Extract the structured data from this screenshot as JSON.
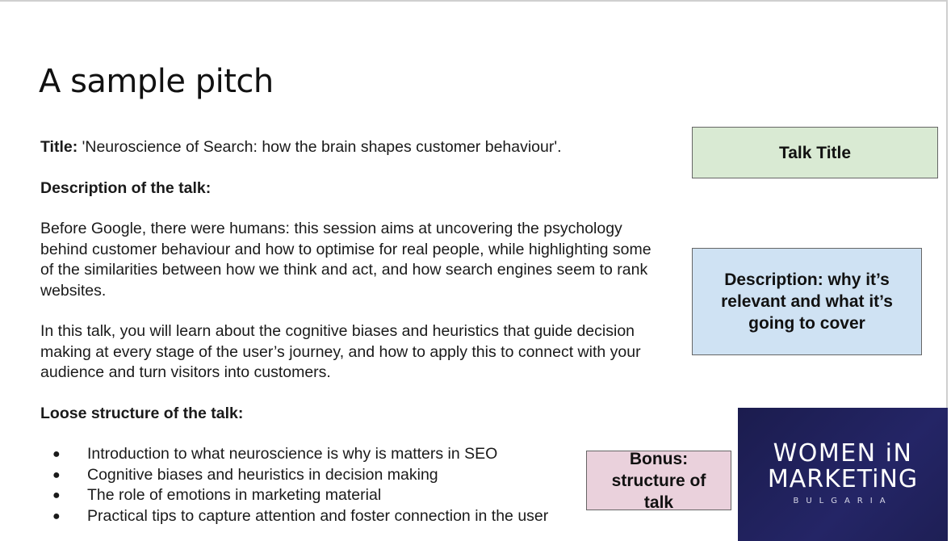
{
  "slide": {
    "title": "A sample pitch",
    "talk_title_label": "Title:",
    "talk_title_value": " 'Neuroscience of Search: how the brain shapes customer behaviour'.",
    "description_heading": "Description of the talk:",
    "paragraph_1": "Before Google, there were humans: this session aims at uncovering the psychology behind customer behaviour and how to optimise for real people, while highlighting some of the similarities between how we think and act, and how search engines seem to rank websites.",
    "paragraph_2": "In this talk, you will learn about the cognitive biases and heuristics that guide decision making at every stage of the user’s journey, and how to apply this to connect with your audience and turn visitors into customers.",
    "structure_heading": "Loose structure of the talk:",
    "bullets": [
      "Introduction to what neuroscience is why is matters in SEO",
      "Cognitive biases and heuristics in decision making",
      "The role of emotions in marketing material",
      "Practical tips to capture attention and foster connection in the user"
    ]
  },
  "callouts": {
    "talk_title": "Talk Title",
    "description": "Description: why it’s relevant and what it’s going to cover",
    "bonus": "Bonus: structure of talk"
  },
  "logo": {
    "line_1": "WOMEN iN",
    "line_2": "MARKETiNG",
    "line_3": "BULGARIA"
  },
  "colors": {
    "talk_title_box": "#d9ead3",
    "description_box": "#cfe2f3",
    "bonus_box": "#ead1dc",
    "logo_background": "#1f2058"
  }
}
